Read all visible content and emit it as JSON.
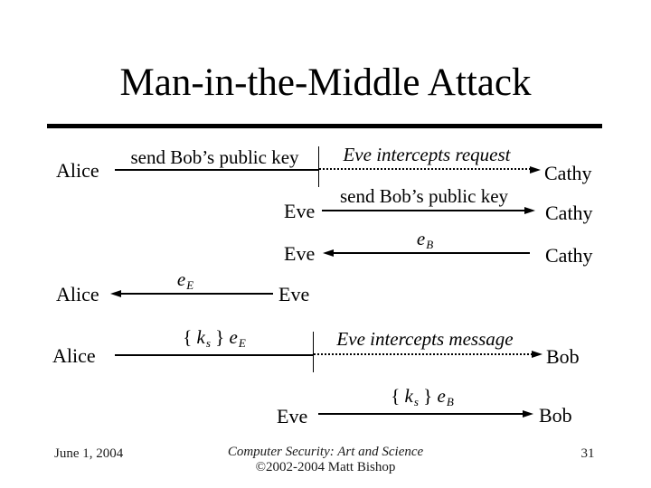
{
  "slide": {
    "title": "Man-in-the-Middle Attack",
    "background_color": "#ffffff",
    "text_color": "#000000"
  },
  "diagram": {
    "row1": {
      "left_actor": "Alice",
      "right_actor": "Cathy",
      "message": "send Bob’s public key",
      "intercept_note": "Eve intercepts request"
    },
    "row2": {
      "left_actor": "Eve",
      "right_actor": "Cathy",
      "message": "send Bob’s public key"
    },
    "row3": {
      "left_actor": "Eve",
      "right_actor": "Cathy",
      "key_base": "e",
      "key_sub": "B"
    },
    "row4": {
      "left_actor": "Alice",
      "right_actor": "Eve",
      "key_base": "e",
      "key_sub": "E"
    },
    "row5": {
      "left_actor": "Alice",
      "right_actor": "Bob",
      "msg_open": "{ ",
      "msg_k": "k",
      "msg_k_sub": "s",
      "msg_close": " } ",
      "msg_e": "e",
      "msg_e_sub": "E",
      "intercept_note": "Eve intercepts message"
    },
    "row6": {
      "left_actor": "Eve",
      "right_actor": "Bob",
      "msg_open": "{ ",
      "msg_k": "k",
      "msg_k_sub": "s",
      "msg_close": " } ",
      "msg_e": "e",
      "msg_e_sub": "B"
    }
  },
  "footer": {
    "date": "June 1, 2004",
    "book_title": "Computer Security: Art and Science",
    "copyright": "©2002-2004 Matt Bishop",
    "page_number": "31"
  }
}
